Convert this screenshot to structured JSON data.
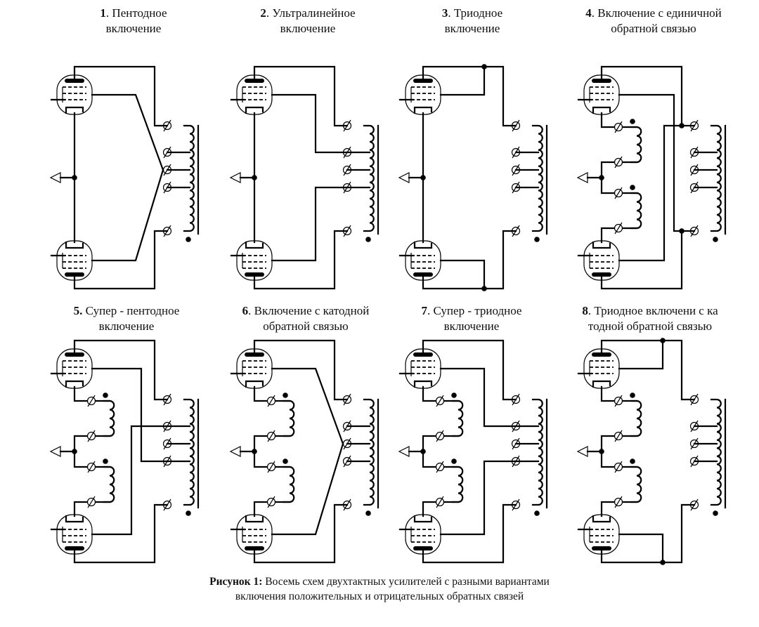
{
  "figure": {
    "label": "Рисунок 1:",
    "caption_line1": "Восемь схем двухтактных усилителей с разными вариантами",
    "caption_line2": "включения положительных и отрицательных обратных связей"
  },
  "schemes": [
    {
      "num": "1",
      "title_line1": ". Пентодное",
      "title_line2": "включение",
      "screen_connection": "diagonal-to-center-tap",
      "cathode_feedback": false,
      "triode": false
    },
    {
      "num": "2",
      "title_line1": ". Ультралинейное",
      "title_line2": "включение",
      "screen_connection": "ultralinear-taps",
      "cathode_feedback": false,
      "triode": false
    },
    {
      "num": "3",
      "title_line1": ". Триодное",
      "title_line2": "включение",
      "screen_connection": "tied-to-anode",
      "cathode_feedback": false,
      "triode": true
    },
    {
      "num": "4",
      "title_line1": ". Включение с единичной",
      "title_line2": "обратной связью",
      "screen_connection": "cross-to-opposite-anode",
      "cathode_feedback": true,
      "triode": false
    },
    {
      "num": "5.",
      "title_line1": " Супер - пентодное",
      "title_line2": "включение",
      "screen_connection": "crossed-ultralinear-taps",
      "cathode_feedback": true,
      "triode": false
    },
    {
      "num": "6",
      "title_line1": ". Включение с катодной",
      "title_line2": "обратной связью",
      "screen_connection": "diagonal-to-center-tap",
      "cathode_feedback": true,
      "triode": false
    },
    {
      "num": "7",
      "title_line1": ". Супер - триодное",
      "title_line2": "включение",
      "screen_connection": "ultralinear-taps",
      "cathode_feedback": true,
      "triode": false
    },
    {
      "num": "8",
      "title_line1": ". Триодное включени с ка",
      "title_line2": "тодной обратной связью",
      "screen_connection": "tied-to-anode",
      "cathode_feedback": true,
      "triode": true
    }
  ]
}
